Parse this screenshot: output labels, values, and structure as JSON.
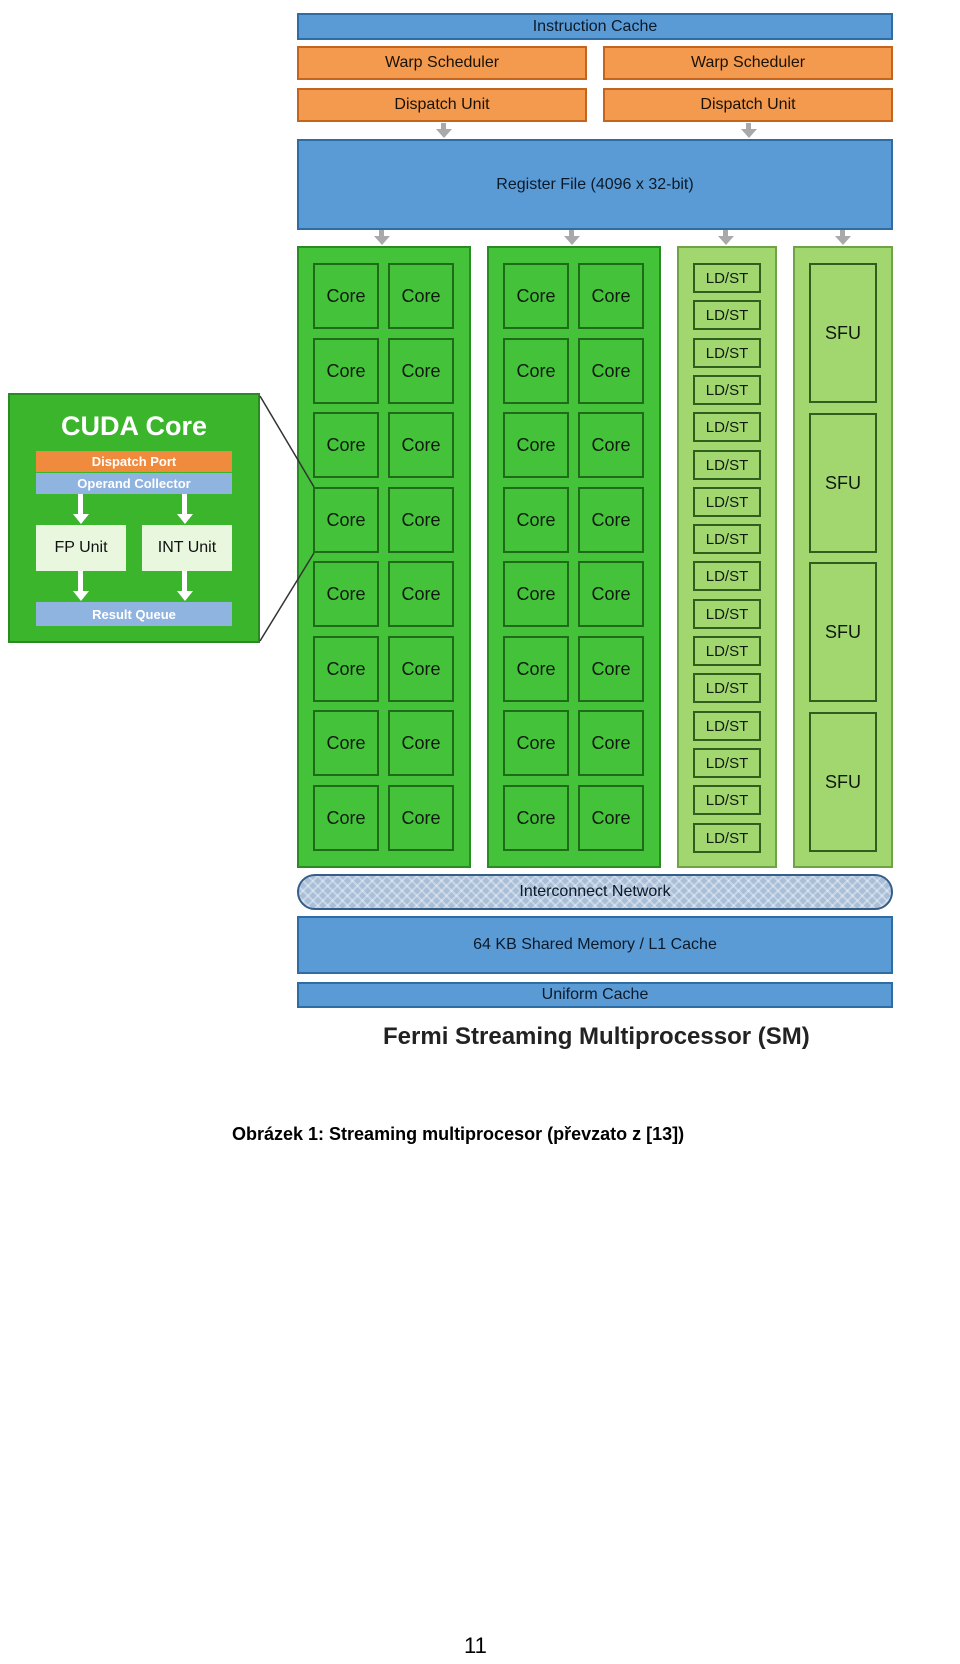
{
  "diagram": {
    "instruction_cache": "Instruction Cache",
    "warp_scheduler_left": "Warp Scheduler",
    "warp_scheduler_right": "Warp Scheduler",
    "dispatch_unit_left": "Dispatch Unit",
    "dispatch_unit_right": "Dispatch Unit",
    "register_file": "Register File (4096 x 32-bit)",
    "core_label": "Core",
    "ldst_label": "LD/ST",
    "sfu_label": "SFU",
    "core_columns": 2,
    "core_rows": 8,
    "cores_per_row": 2,
    "ldst_count": 16,
    "sfu_count": 4,
    "interconnect": "Interconnect Network",
    "shared_memory": "64 KB Shared Memory / L1 Cache",
    "uniform_cache": "Uniform Cache",
    "sm_title": "Fermi Streaming Multiprocessor (SM)"
  },
  "cuda_core": {
    "title": "CUDA Core",
    "dispatch_port": "Dispatch Port",
    "operand_collector": "Operand Collector",
    "fp_unit": "FP Unit",
    "int_unit": "INT Unit",
    "result_queue": "Result Queue"
  },
  "caption": "Obrázek 1: Streaming multiprocesor (převzato z [13])",
  "page_number": "11",
  "colors": {
    "blue": "#5b9bd5",
    "orange": "#f39a4e",
    "green": "#44c23a",
    "light_green": "#a2d66f"
  }
}
